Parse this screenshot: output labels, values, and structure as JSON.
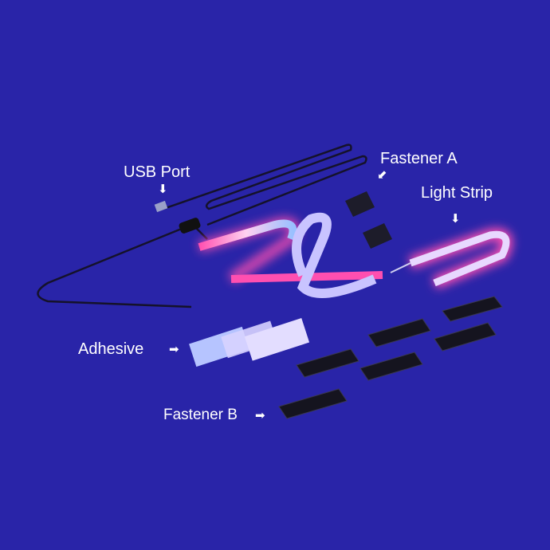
{
  "labels": {
    "usb_port": "USB Port",
    "fastener_a": "Fastener A",
    "light_strip": "Light Strip",
    "adhesive": "Adhesive",
    "fastener_b": "Fastener B"
  },
  "icons": {
    "down": "⬇",
    "right": "➡",
    "down_left": "⬋"
  },
  "colors": {
    "background": "#2924a8",
    "strip_pink": "#ff3aa8",
    "fastener": "#1d1c2a"
  }
}
